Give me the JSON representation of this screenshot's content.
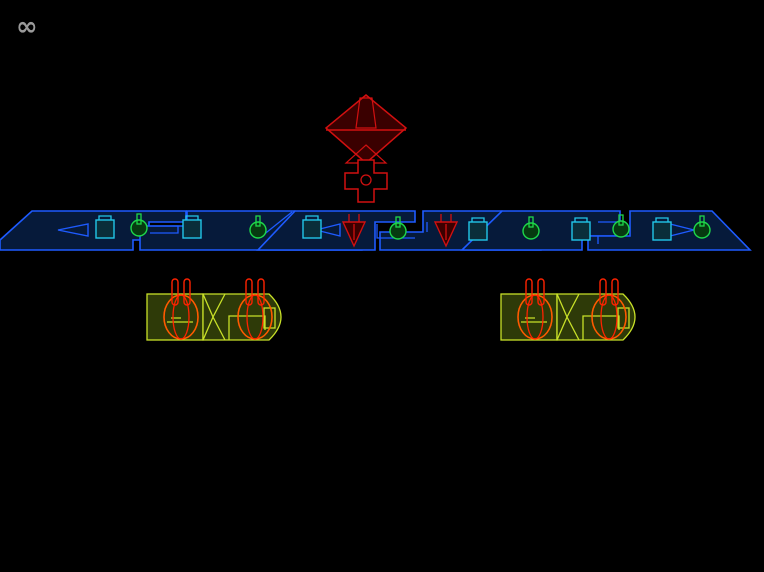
{
  "hud": {
    "lives": "∞"
  },
  "colors": {
    "background": "#000000",
    "hud_text": "#9a9a9a",
    "station_stroke": "#1e5bff",
    "station_fill": "#061a3a",
    "turret_cyan": "#22c6e8",
    "turret_green": "#1ed84a",
    "enemy_red": "#d11010",
    "enemy_red_fill": "#3a0000",
    "tank_stroke": "#c8e028",
    "tank_fill": "#2e3a08",
    "engine_orange": "#ff5a00",
    "engine_red": "#ff2200"
  },
  "sprites": {
    "boss": "red-diamond-boss-ship",
    "station": "blue-space-station-bar",
    "tank": "yellow-green-tanker",
    "small_enemy": "red-arrow-fighter",
    "cyan_turret": "cyan-box-turret",
    "green_turret": "green-ball-turret"
  }
}
